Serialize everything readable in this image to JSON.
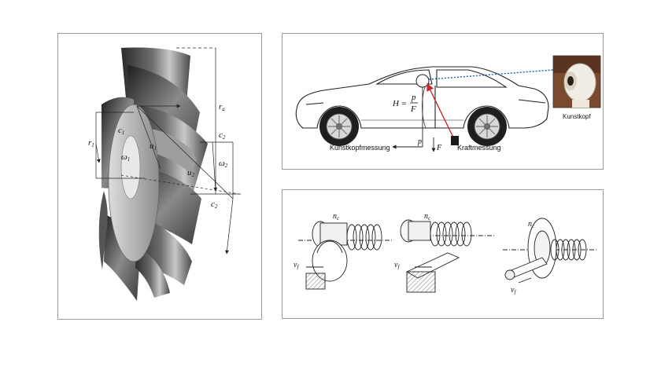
{
  "fan_panel": {
    "labels": {
      "r_a": "r",
      "r_a_sub": "a",
      "r_1": "r",
      "r_1_sub": "1",
      "c_1": "c",
      "c_1_sub": "1",
      "u_1": "u",
      "u_1_sub": "1",
      "omega_1": "ω",
      "omega_1_sub": "1",
      "c_2_top": "c",
      "c_2_top_sub": "2",
      "omega_2": "ω",
      "omega_2_sub": "2",
      "u_2": "u",
      "u_2_sub": "2",
      "c_2_bottom": "c",
      "c_2_bottom_sub": "2"
    }
  },
  "car_panel": {
    "formula": {
      "lhs": "H =",
      "num": "p",
      "den": "F"
    },
    "label_p": "p",
    "label_F": "F",
    "kunstkopfmessung": "Kunstkopfmessung",
    "kraftmessung": "Kraftmessung",
    "kunstkopf": "Kunstkopf"
  },
  "hob_panel": {
    "figures": [
      {
        "nc": "n",
        "nc_sub": "c",
        "vf": "v",
        "vf_sub": "f"
      },
      {
        "nc": "n",
        "nc_sub": "c",
        "vf": "v",
        "vf_sub": "f"
      },
      {
        "nc": "n",
        "nc_sub": "c",
        "vf": "v",
        "vf_sub": "f"
      }
    ]
  },
  "colors": {
    "blade_dark": "#3a3a3a",
    "blade_light": "#bdbdbd",
    "measurement_red": "#c62828",
    "sight_line_blue": "#1f5fa6"
  }
}
